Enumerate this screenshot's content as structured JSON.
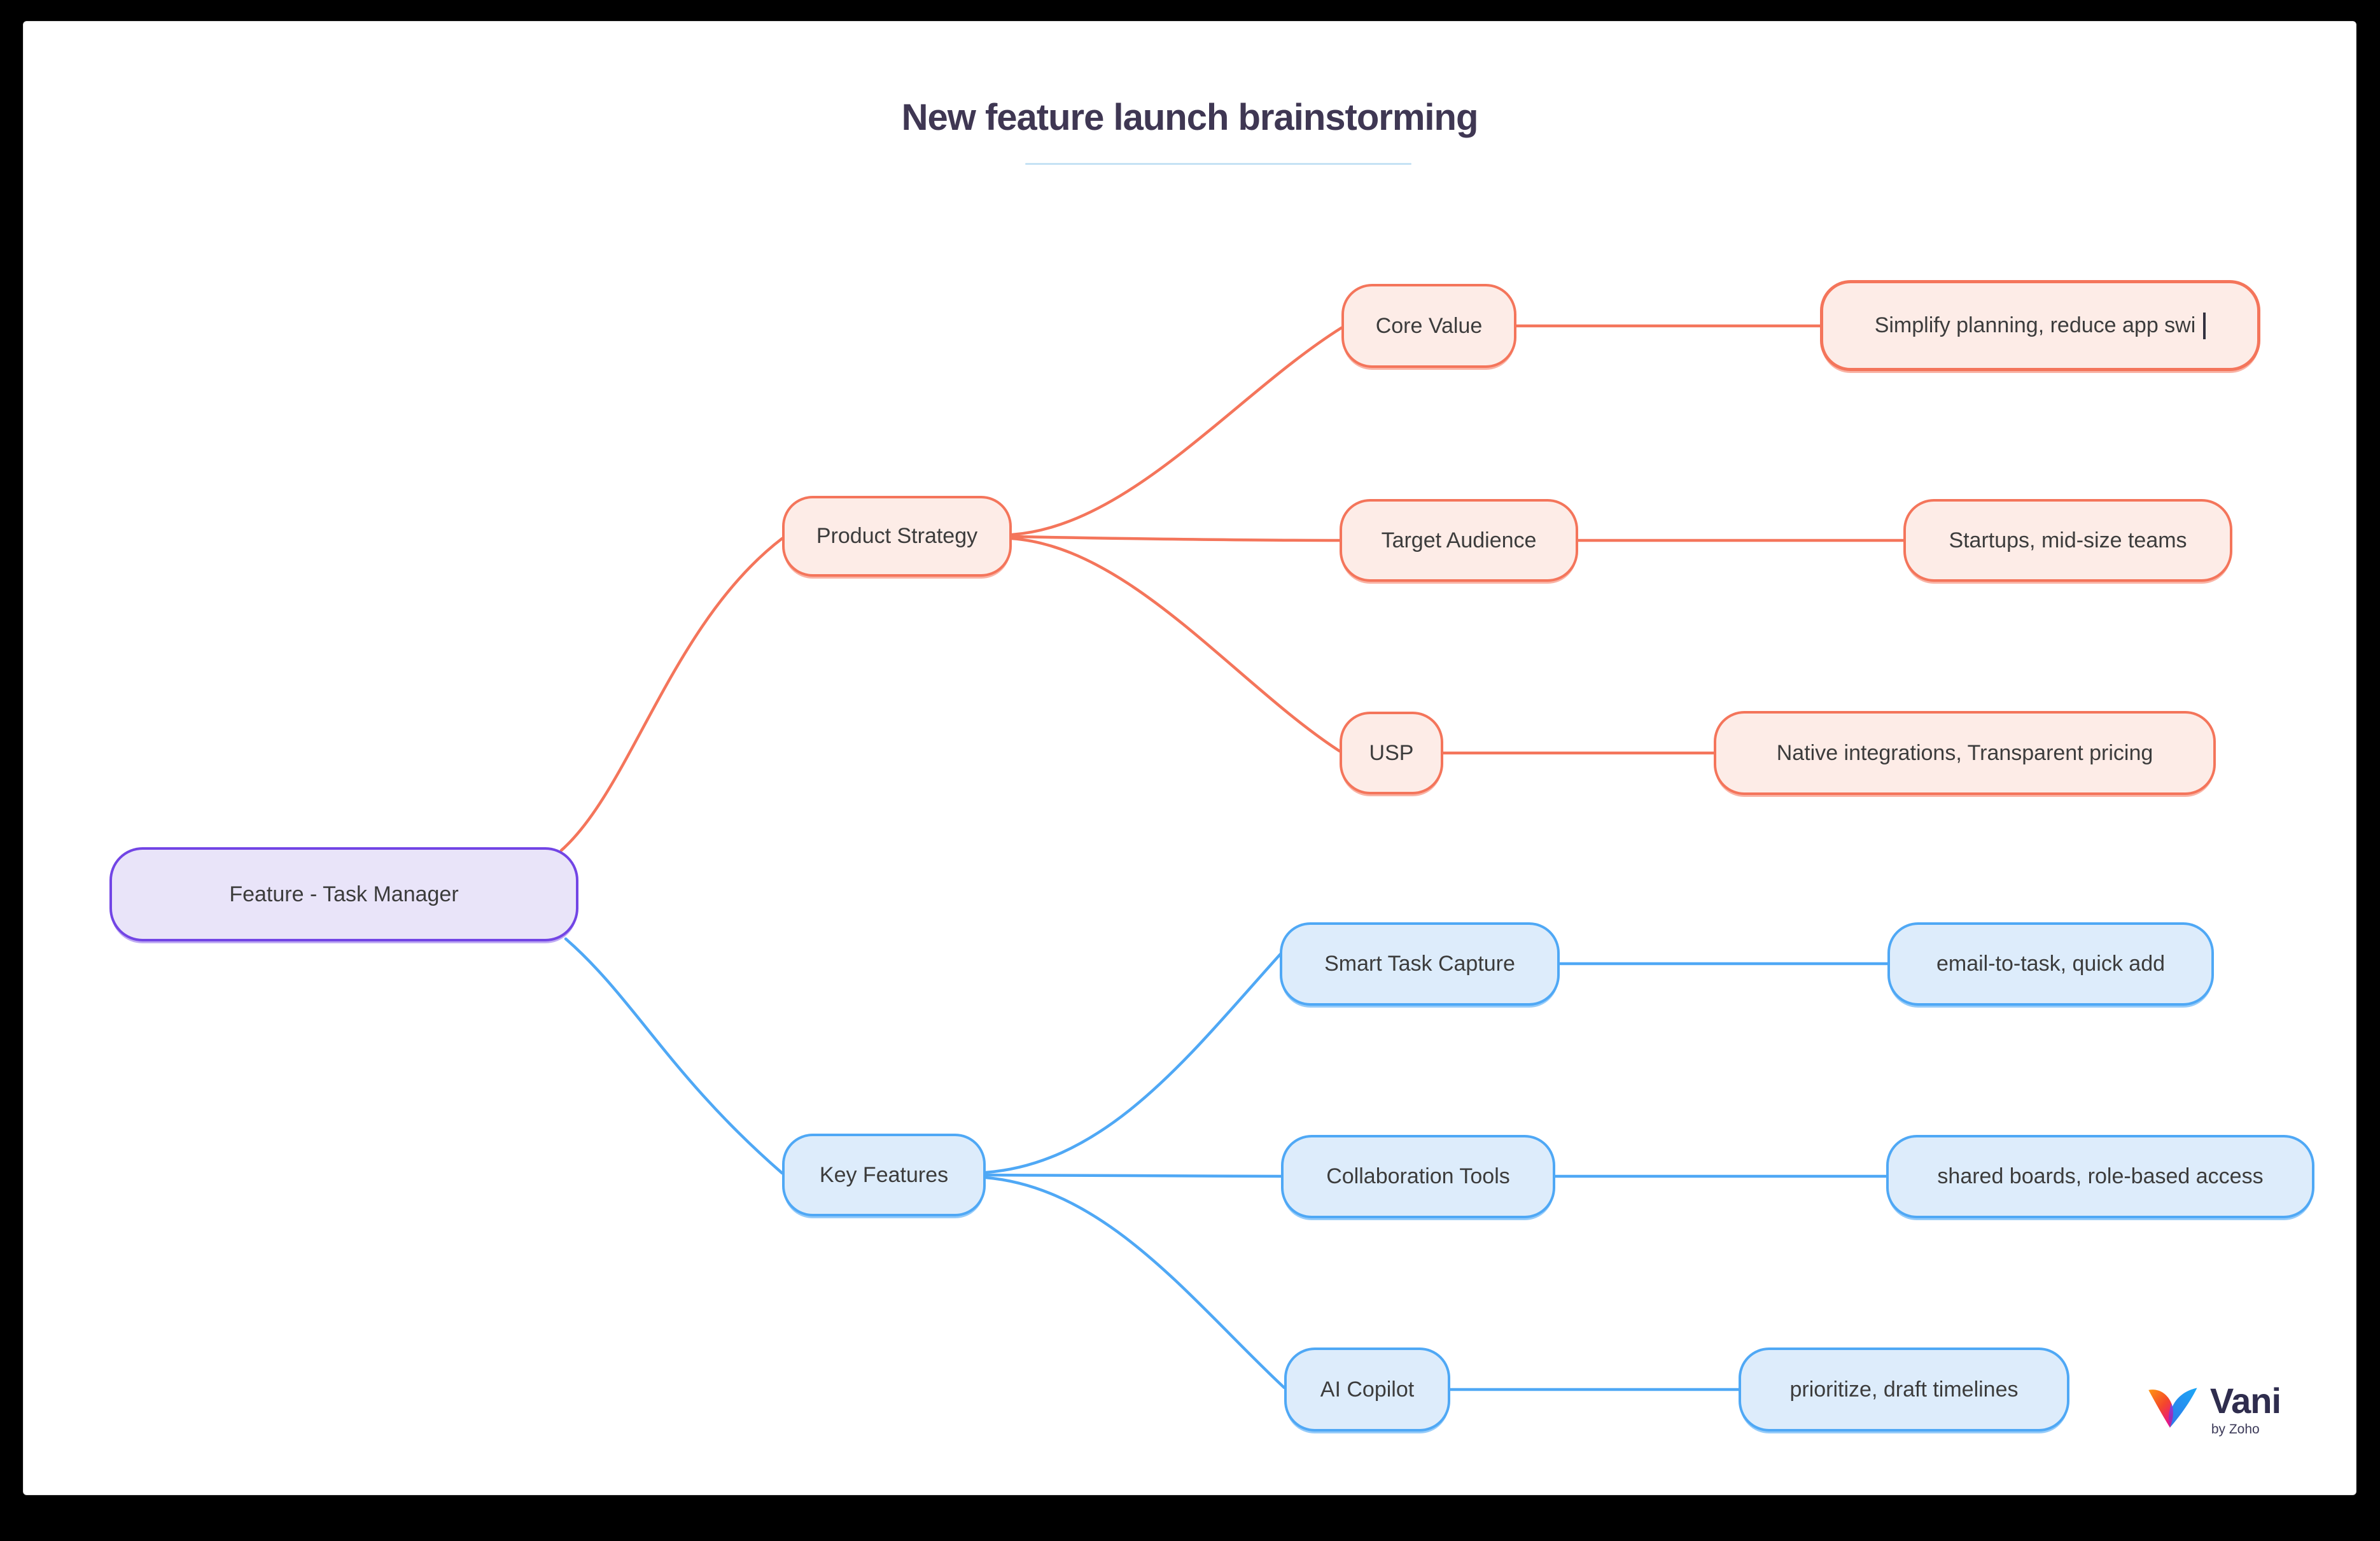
{
  "title": "New feature launch brainstorming",
  "palette": {
    "frame_bg": "#000000",
    "canvas_bg": "#FFFFFF",
    "title_color": "#3F3753",
    "title_underline": "#C5E2F4",
    "node_text": "#3C3C3C",
    "root_fill": "#E9E4F9",
    "root_border": "#7245E5",
    "branch1_fill": "#FDECE7",
    "branch1_border": "#F4755B",
    "branch2_fill": "#DDECFB",
    "branch2_border": "#4FA8F5"
  },
  "mindmap": {
    "root": {
      "label": "Feature - Task Manager"
    },
    "branches": [
      {
        "label": "Product Strategy",
        "color": "#F4755B",
        "children": [
          {
            "label": "Core Value",
            "note": "Simplify planning, reduce app swi",
            "editing": true
          },
          {
            "label": "Target Audience",
            "note": "Startups, mid-size teams",
            "editing": false
          },
          {
            "label": "USP",
            "note": "Native integrations, Transparent pricing",
            "editing": false
          }
        ]
      },
      {
        "label": "Key Features",
        "color": "#4FA8F5",
        "children": [
          {
            "label": "Smart Task Capture",
            "note": "email-to-task, quick add",
            "editing": false
          },
          {
            "label": "Collaboration Tools",
            "note": "shared boards, role-based access",
            "editing": false
          },
          {
            "label": "AI Copilot",
            "note": "prioritize, draft timelines",
            "editing": false
          }
        ]
      }
    ]
  },
  "watermark": {
    "brand": "Vani",
    "byline": "by Zoho"
  }
}
